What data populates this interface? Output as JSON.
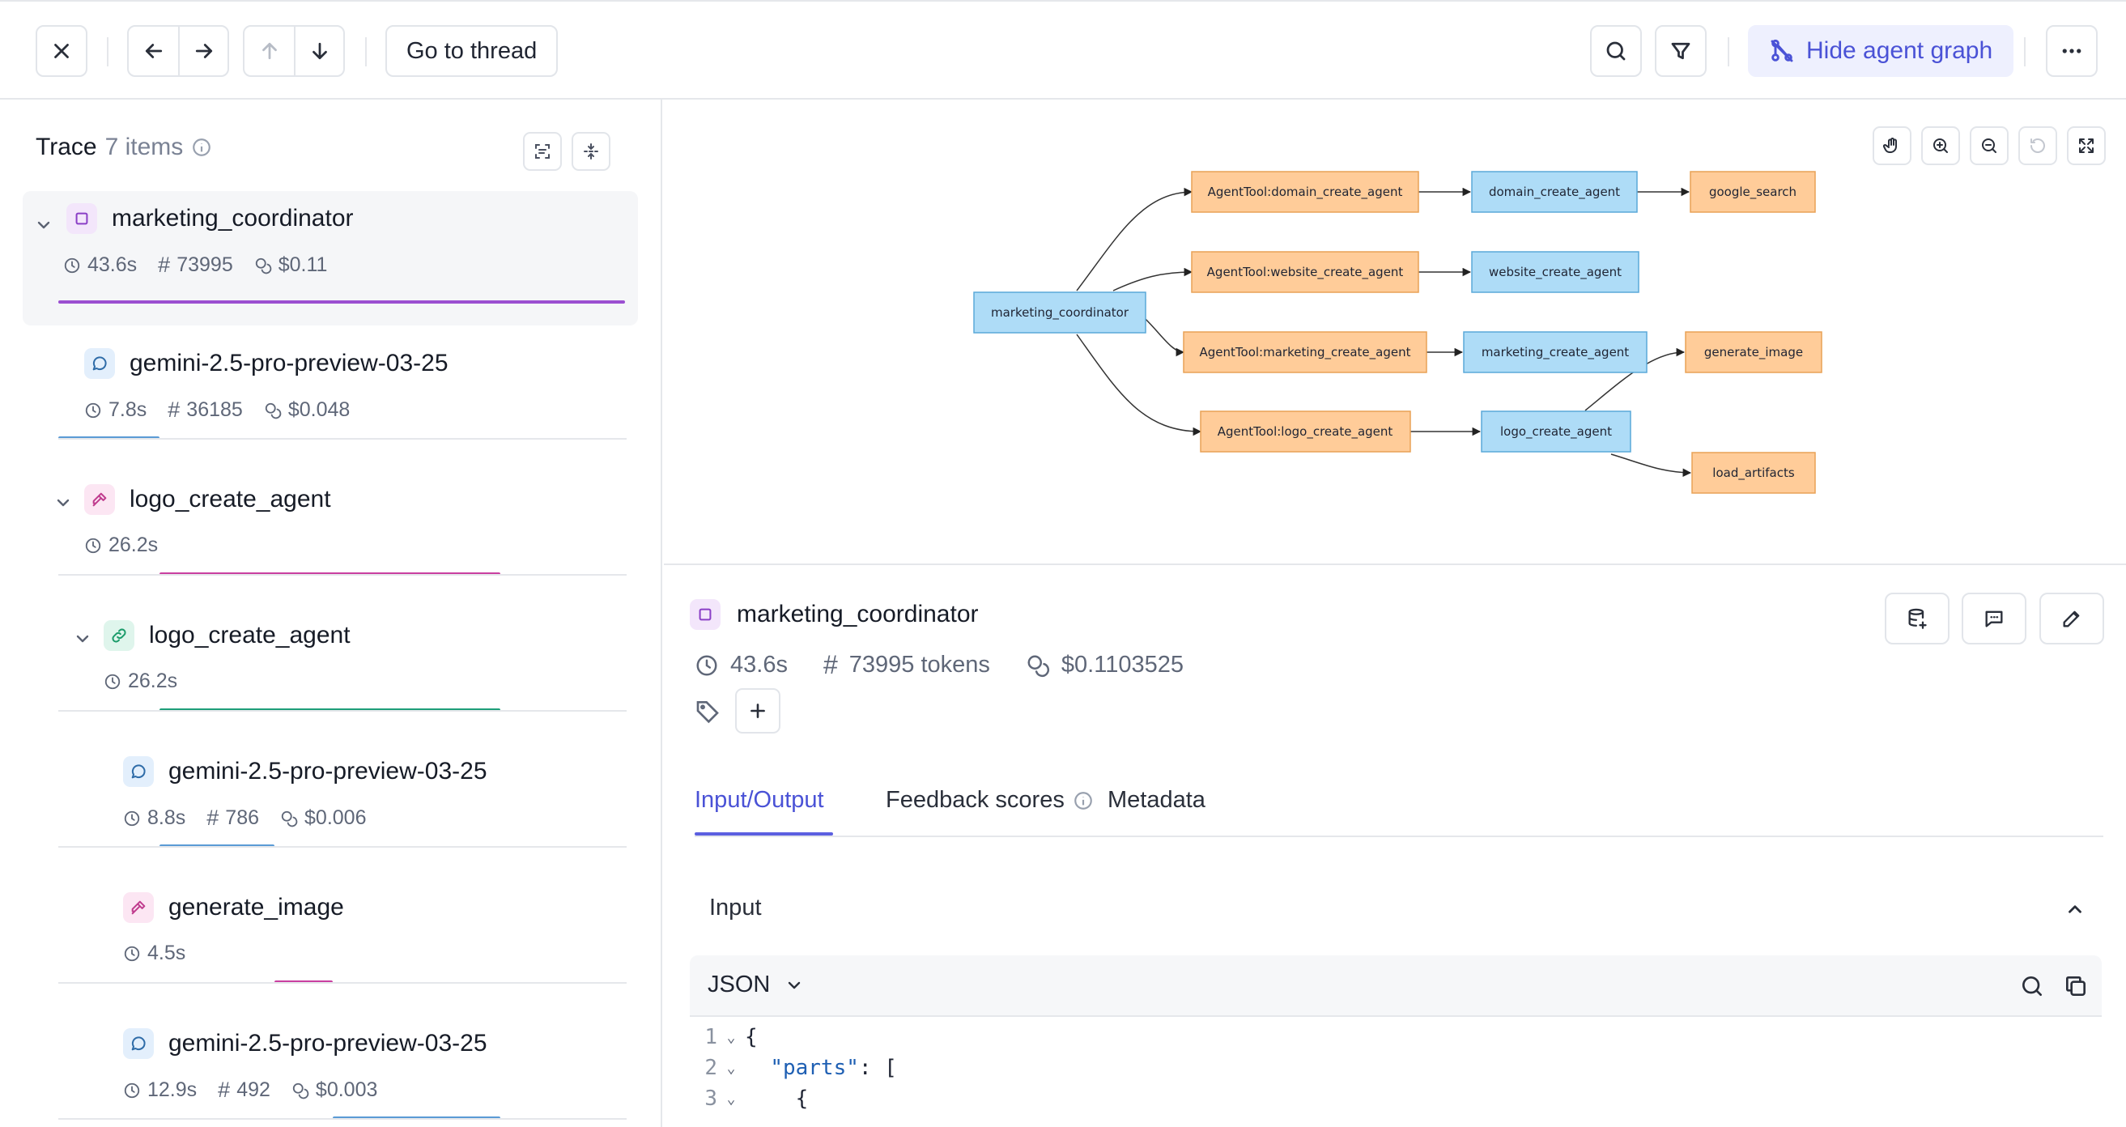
{
  "toolbar": {
    "go_to_thread": "Go to thread",
    "hide_agent_graph": "Hide agent graph"
  },
  "trace": {
    "title": "Trace",
    "count": "7 items",
    "items": [
      {
        "name": "marketing_coordinator",
        "type": "agent",
        "duration": "43.6s",
        "tokens": "73995",
        "cost": "$0.11",
        "bar_start": 0.0,
        "bar_end": 1.0,
        "bar_color": "#9b4fd1"
      },
      {
        "name": "gemini-2.5-pro-preview-03-25",
        "type": "llm",
        "duration": "7.8s",
        "tokens": "36185",
        "cost": "$0.048",
        "bar_start": 0.0,
        "bar_end": 0.179,
        "bar_color": "#5b9bd5"
      },
      {
        "name": "logo_create_agent",
        "type": "tool",
        "duration": "26.2s",
        "bar_start": 0.179,
        "bar_end": 0.78,
        "bar_color": "#c93fa0"
      },
      {
        "name": "logo_create_agent",
        "type": "link",
        "duration": "26.2s",
        "bar_start": 0.179,
        "bar_end": 0.78,
        "bar_color": "#1d9e78"
      },
      {
        "name": "gemini-2.5-pro-preview-03-25",
        "type": "llm",
        "duration": "8.8s",
        "tokens": "786",
        "cost": "$0.006",
        "bar_start": 0.179,
        "bar_end": 0.381,
        "bar_color": "#5b9bd5"
      },
      {
        "name": "generate_image",
        "type": "tool",
        "duration": "4.5s",
        "bar_start": 0.381,
        "bar_end": 0.484,
        "bar_color": "#c93fa0"
      },
      {
        "name": "gemini-2.5-pro-preview-03-25",
        "type": "llm",
        "duration": "12.9s",
        "tokens": "492",
        "cost": "$0.003",
        "bar_start": 0.484,
        "bar_end": 0.78,
        "bar_color": "#5b9bd5"
      }
    ]
  },
  "graph": {
    "nodes": {
      "marketing_coordinator": "marketing_coordinator",
      "tool_domain": "AgentTool:domain_create_agent",
      "tool_website": "AgentTool:website_create_agent",
      "tool_marketing": "AgentTool:marketing_create_agent",
      "tool_logo": "AgentTool:logo_create_agent",
      "domain_agent": "domain_create_agent",
      "website_agent": "website_create_agent",
      "marketing_agent": "marketing_create_agent",
      "logo_agent": "logo_create_agent",
      "google_search": "google_search",
      "generate_image": "generate_image",
      "load_artifacts": "load_artifacts"
    },
    "colors": {
      "agent_fill": "#aedcf7",
      "agent_stroke": "#5aa9d9",
      "tool_fill": "#ffcc99",
      "tool_stroke": "#e8a256"
    }
  },
  "detail": {
    "title": "marketing_coordinator",
    "duration": "43.6s",
    "tokens": "73995 tokens",
    "cost": "$0.1103525",
    "tabs": [
      "Input/Output",
      "Feedback scores",
      "Metadata"
    ],
    "section": "Input",
    "format": "JSON",
    "code_lines": [
      {
        "num": "1",
        "text": "{"
      },
      {
        "num": "2",
        "key": "\"parts\"",
        "text": ": ["
      },
      {
        "num": "3",
        "text": "  {"
      }
    ]
  },
  "accent_color": "#4a52d6"
}
